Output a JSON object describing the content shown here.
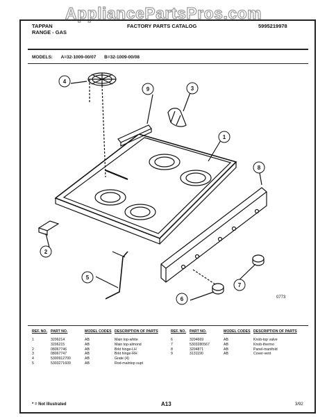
{
  "watermark": "AppliancePartsPros.com",
  "header": {
    "brand": "TAPPAN",
    "product": "RANGE - GAS",
    "catalog": "FACTORY PARTS CATALOG",
    "catalog_no": "5995219978"
  },
  "models": {
    "label": "MODELS:",
    "a": "A=32-1009-00/07",
    "b": "B=32-1009-00/08"
  },
  "diagram": {
    "callouts": [
      "1",
      "2",
      "3",
      "4",
      "5",
      "6",
      "7",
      "8",
      "9"
    ],
    "figure_no": "0773"
  },
  "parts_table": {
    "headers": [
      "REF. NO.",
      "PART NO.",
      "MODEL CODES",
      "DESCRIPTION OF PARTS"
    ],
    "left": [
      {
        "ref": "1",
        "part": "3206214",
        "codes": "AB",
        "desc": "Main top-white"
      },
      {
        "ref": "",
        "part": "3206215",
        "codes": "AB",
        "desc": "Main top-almond"
      },
      {
        "ref": "2",
        "part": "08067746",
        "codes": "AB",
        "desc": "Brkt hinge-LH"
      },
      {
        "ref": "3",
        "part": "08067747",
        "codes": "AB",
        "desc": "Brkt hinge-RH"
      },
      {
        "ref": "4",
        "part": "5300912700",
        "codes": "AB",
        "desc": "Grate (4)"
      },
      {
        "ref": "5",
        "part": "5303271609",
        "codes": "AB",
        "desc": "Rod-maintop supt"
      }
    ],
    "right": [
      {
        "ref": "6",
        "part": "3204669",
        "codes": "AB",
        "desc": "Knob-top valve"
      },
      {
        "ref": "7",
        "part": "5303280567",
        "codes": "AB",
        "desc": "Knob-thermo"
      },
      {
        "ref": "8",
        "part": "3204871",
        "codes": "AB",
        "desc": "Panel-manifold"
      },
      {
        "ref": "9",
        "part": "3131190",
        "codes": "AB",
        "desc": "Cover-vent"
      }
    ]
  },
  "footer": {
    "note": "* = Not Illustrated",
    "page": "A13",
    "date": "3/92"
  }
}
